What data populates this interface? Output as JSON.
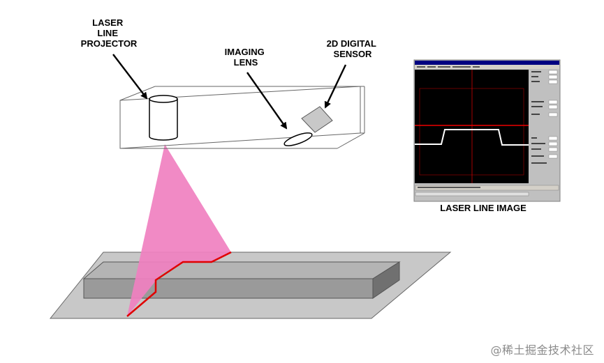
{
  "labels": {
    "projector": [
      "LASER",
      "LINE",
      "PROJECTOR"
    ],
    "lens": [
      "IMAGING",
      "LENS"
    ],
    "sensor": [
      "2D DIGITAL",
      "SENSOR"
    ],
    "image_caption": "LASER LINE IMAGE"
  },
  "watermark": "@稀土掘金技术社区",
  "colors": {
    "laser_beam": "#f080c0",
    "laser_line": "#e00000",
    "screen_bg": "#000000",
    "window_frame": "#c0c0c0",
    "title_bar": "#000080",
    "profile_trace": "#ffffff",
    "crosshair": "#cc0000",
    "conveyor": "#c8c8c8",
    "object_top": "#b4b4b4",
    "object_side": "#7a7a7a",
    "sensor_plate": "#c8c8c8"
  },
  "icons": {
    "projector": "cylinder-shape",
    "lens": "ellipse-shape",
    "sensor": "diamond-plate-shape",
    "pointer": "arrow"
  }
}
